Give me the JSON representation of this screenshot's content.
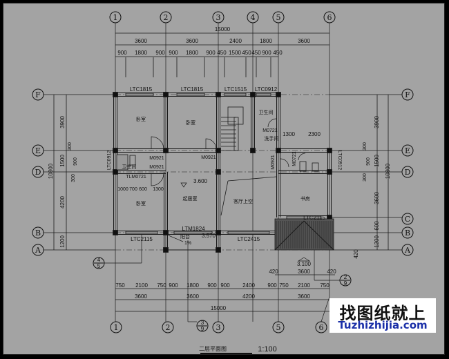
{
  "drawing": {
    "title": "二层平面图",
    "scale": "1:100",
    "colors": {
      "background": "#a3a3a3",
      "lines": "#1a1a1a",
      "watermark_url": "#1a2fa8"
    }
  },
  "axes": {
    "columns": [
      "1",
      "2",
      "3",
      "4",
      "5",
      "6"
    ],
    "bottom_columns": [
      "1",
      "2",
      "3",
      "5",
      "6"
    ],
    "rows_left": [
      "F",
      "E",
      "D",
      "B",
      "A"
    ],
    "rows_right": [
      "F",
      "E",
      "D",
      "C",
      "B",
      "A"
    ],
    "detail_marks": [
      {
        "top": "3",
        "bottom": "9"
      },
      {
        "top": "4",
        "bottom": "5"
      },
      {
        "top": "2",
        "bottom": "9"
      }
    ]
  },
  "dims_top": {
    "total": "15000",
    "bays": [
      "3600",
      "3600",
      "2400",
      "1800",
      "3600"
    ],
    "openings": [
      "900",
      "1800",
      "900",
      "900",
      "1800",
      "900",
      "450",
      "1500",
      "450",
      "450",
      "900",
      "450"
    ]
  },
  "dims_bottom": {
    "openings": [
      "750",
      "2100",
      "750",
      "900",
      "1800",
      "900",
      "900",
      "2400",
      "900",
      "750",
      "2100",
      "750"
    ],
    "bays": [
      "3600",
      "3600",
      "4200",
      "3600"
    ],
    "total": "15000",
    "porch": [
      "420",
      "3600",
      "420"
    ],
    "porch_level": "3.100",
    "porch_side": "420"
  },
  "dims_left": {
    "total": "10800",
    "bays": [
      "3900",
      "1500",
      "4200",
      "1200"
    ],
    "window": [
      "300",
      "900",
      "300"
    ]
  },
  "dims_right": {
    "total": "10800",
    "bays": [
      "3900",
      "1500",
      "3600",
      "600",
      "1200"
    ],
    "window": [
      "300",
      "900",
      "300"
    ]
  },
  "windows": {
    "top": [
      "LTC1815",
      "LTC1815",
      "LTC1515",
      "LTC0912"
    ],
    "left": "LTC0912",
    "right": "LTC0912",
    "bottom": [
      "LTC2115",
      "LTC2415"
    ],
    "study": "LTC2115",
    "balcony_door": "LTM1824"
  },
  "doors": {
    "bath_top": "M0721",
    "bath_left_1": "M0921",
    "bath_left_2": "M0921",
    "bedroom2": "M0921",
    "study": "M0921",
    "bath_right": "M0721",
    "tlm": "TLM0721"
  },
  "rooms": {
    "bedroom_1": "卧室",
    "bedroom_2": "卧室",
    "bedroom_3": "卧室",
    "bath_top": "卫生间",
    "washroom": "洗手间",
    "bath_left": "卫生间",
    "living": "起居室",
    "void": "客厅上空",
    "study": "书房",
    "balcony": "阳台"
  },
  "annotations": {
    "level_living": "3.600",
    "level_balcony": "3.570",
    "slope": "1%",
    "wash_dims": [
      "1300",
      "2300"
    ],
    "bath_dims": [
      "1000",
      "700",
      "600",
      "1300"
    ]
  },
  "watermark": {
    "text": "找图纸就上",
    "url": "Tuzhizhijia.com"
  }
}
